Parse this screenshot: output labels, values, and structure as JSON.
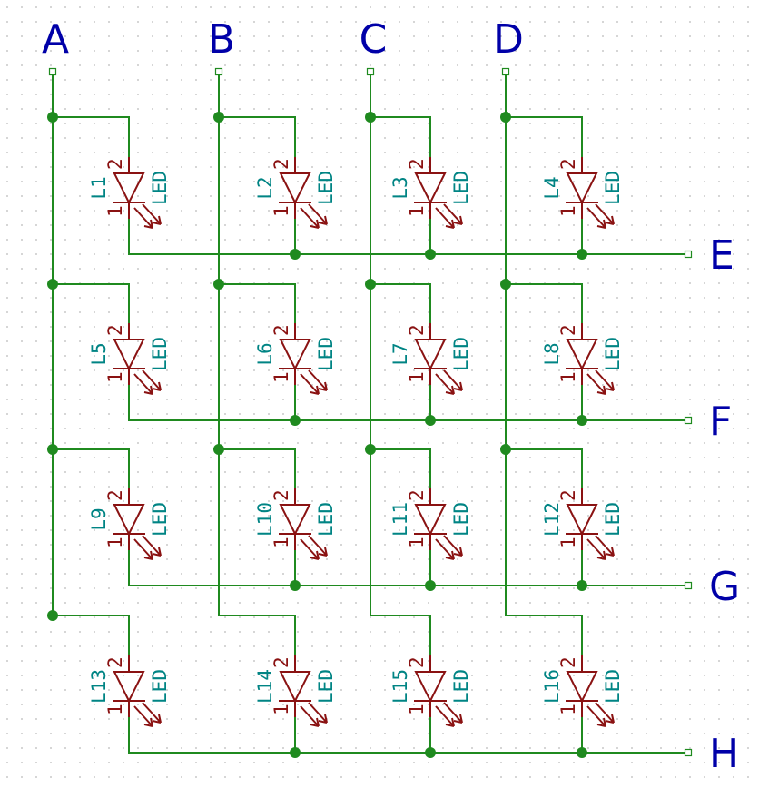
{
  "columns": [
    "A",
    "B",
    "C",
    "D"
  ],
  "rows": [
    "E",
    "F",
    "G",
    "H"
  ],
  "leds": [
    {
      "ref": "L1",
      "value": "LED",
      "pin_top": "2",
      "pin_bottom": "1",
      "col": 0,
      "row": 0
    },
    {
      "ref": "L2",
      "value": "LED",
      "pin_top": "2",
      "pin_bottom": "1",
      "col": 1,
      "row": 0
    },
    {
      "ref": "L3",
      "value": "LED",
      "pin_top": "2",
      "pin_bottom": "1",
      "col": 2,
      "row": 0
    },
    {
      "ref": "L4",
      "value": "LED",
      "pin_top": "2",
      "pin_bottom": "1",
      "col": 3,
      "row": 0
    },
    {
      "ref": "L5",
      "value": "LED",
      "pin_top": "2",
      "pin_bottom": "1",
      "col": 0,
      "row": 1
    },
    {
      "ref": "L6",
      "value": "LED",
      "pin_top": "2",
      "pin_bottom": "1",
      "col": 1,
      "row": 1
    },
    {
      "ref": "L7",
      "value": "LED",
      "pin_top": "2",
      "pin_bottom": "1",
      "col": 2,
      "row": 1
    },
    {
      "ref": "L8",
      "value": "LED",
      "pin_top": "2",
      "pin_bottom": "1",
      "col": 3,
      "row": 1
    },
    {
      "ref": "L9",
      "value": "LED",
      "pin_top": "2",
      "pin_bottom": "1",
      "col": 0,
      "row": 2
    },
    {
      "ref": "L10",
      "value": "LED",
      "pin_top": "2",
      "pin_bottom": "1",
      "col": 1,
      "row": 2
    },
    {
      "ref": "L11",
      "value": "LED",
      "pin_top": "2",
      "pin_bottom": "1",
      "col": 2,
      "row": 2
    },
    {
      "ref": "L12",
      "value": "LED",
      "pin_top": "2",
      "pin_bottom": "1",
      "col": 3,
      "row": 2
    },
    {
      "ref": "L13",
      "value": "LED",
      "pin_top": "2",
      "pin_bottom": "1",
      "col": 0,
      "row": 3
    },
    {
      "ref": "L14",
      "value": "LED",
      "pin_top": "2",
      "pin_bottom": "1",
      "col": 1,
      "row": 3
    },
    {
      "ref": "L15",
      "value": "LED",
      "pin_top": "2",
      "pin_bottom": "1",
      "col": 2,
      "row": 3
    },
    {
      "ref": "L16",
      "value": "LED",
      "pin_top": "2",
      "pin_bottom": "1",
      "col": 3,
      "row": 3
    }
  ],
  "colors": {
    "wire": "#1f8a1f",
    "device": "#8a1212",
    "ref_text": "#008484",
    "net_label": "#0000a8",
    "grid_dot": "#b8b8b8",
    "background": "#ffffff"
  }
}
